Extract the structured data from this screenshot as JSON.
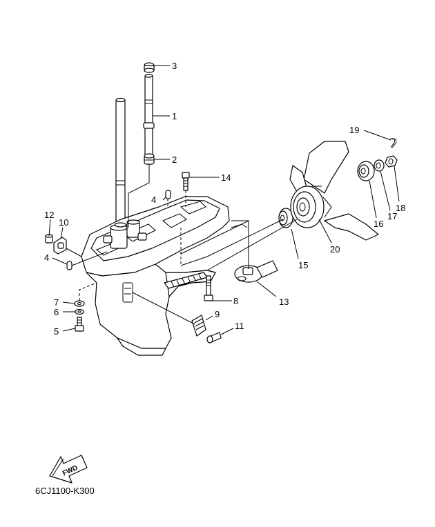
{
  "diagram": {
    "callouts": [
      {
        "id": "c1",
        "label": "1"
      },
      {
        "id": "c2",
        "label": "2"
      },
      {
        "id": "c3",
        "label": "3"
      },
      {
        "id": "c4a",
        "label": "4"
      },
      {
        "id": "c4b",
        "label": "4"
      },
      {
        "id": "c5",
        "label": "5"
      },
      {
        "id": "c6",
        "label": "6"
      },
      {
        "id": "c7",
        "label": "7"
      },
      {
        "id": "c8",
        "label": "8"
      },
      {
        "id": "c9",
        "label": "9"
      },
      {
        "id": "c10",
        "label": "10"
      },
      {
        "id": "c11",
        "label": "11"
      },
      {
        "id": "c12",
        "label": "12"
      },
      {
        "id": "c13",
        "label": "13"
      },
      {
        "id": "c14",
        "label": "14"
      },
      {
        "id": "c15",
        "label": "15"
      },
      {
        "id": "c16",
        "label": "16"
      },
      {
        "id": "c17",
        "label": "17"
      },
      {
        "id": "c18",
        "label": "18"
      },
      {
        "id": "c19",
        "label": "19"
      },
      {
        "id": "c20",
        "label": "20"
      }
    ],
    "direction_arrow_label": "FWD",
    "drawing_code": "6CJ1100-K300"
  }
}
